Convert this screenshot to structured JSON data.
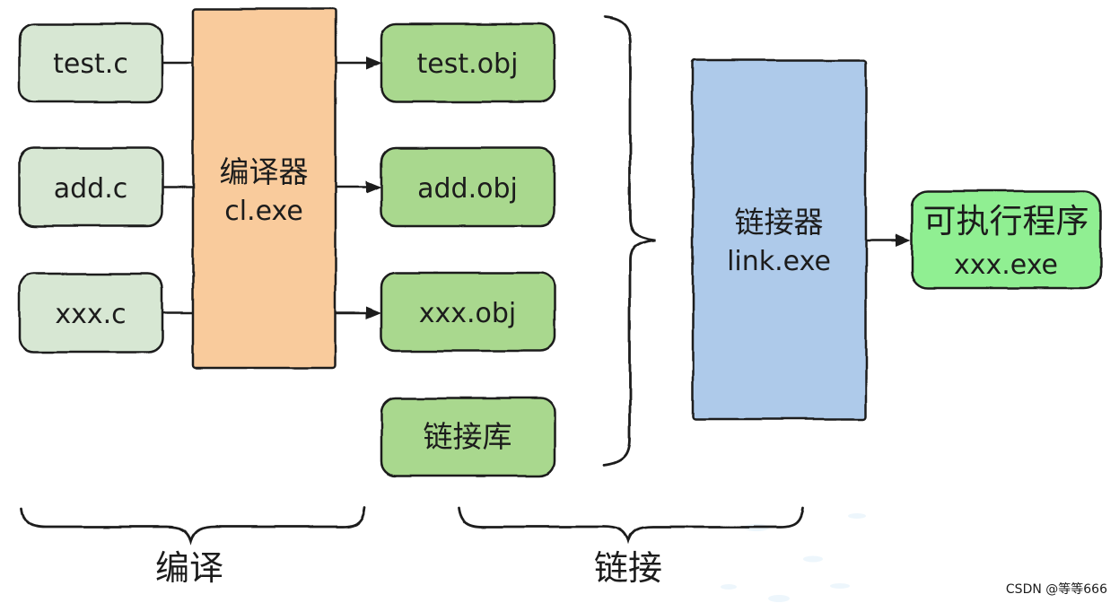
{
  "diagram": {
    "source_files": [
      {
        "label": "test.c"
      },
      {
        "label": "add.c"
      },
      {
        "label": "xxx.c"
      }
    ],
    "compiler": {
      "line1": "编译器",
      "line2": "cl.exe"
    },
    "object_files": [
      {
        "label": "test.obj"
      },
      {
        "label": "add.obj"
      },
      {
        "label": "xxx.obj"
      }
    ],
    "library": {
      "label": "链接库"
    },
    "linker": {
      "line1": "链接器",
      "line2": "link.exe"
    },
    "output": {
      "line1": "可执行程序",
      "line2": "xxx.exe"
    },
    "stages": {
      "compile": "编译",
      "link": "链接"
    }
  },
  "colors": {
    "source_box": "#d7e7d3",
    "compiler_box": "#f9cb9c",
    "object_box": "#a9d88e",
    "linker_box": "#aecaea",
    "output_box": "#90ef92",
    "ink": "#1c1c1c",
    "watermark_text": "#c6c6c6",
    "watermark_smudge": "#d6ecf8"
  },
  "watermark": {
    "text": "CSDN @等等666"
  }
}
